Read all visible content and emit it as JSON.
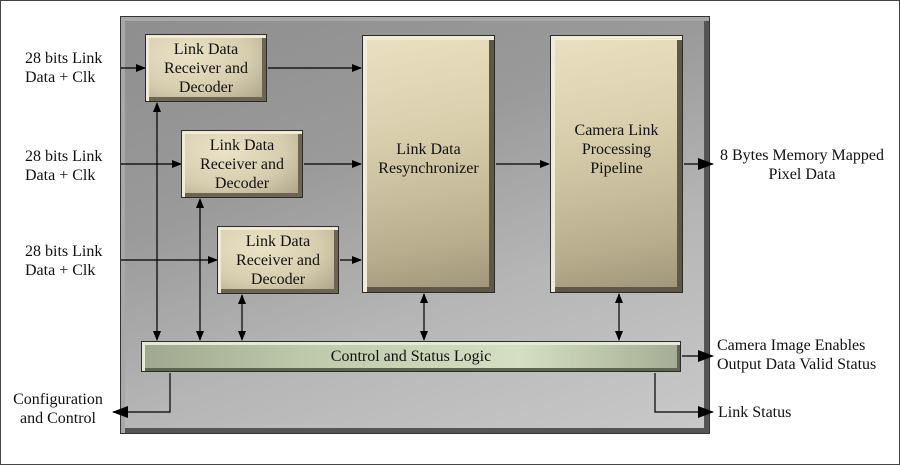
{
  "diagram": {
    "inputs": [
      {
        "label_line1": "28 bits Link",
        "label_line2": "Data + Clk"
      },
      {
        "label_line1": "28 bits Link",
        "label_line2": "Data + Clk"
      },
      {
        "label_line1": "28 bits Link",
        "label_line2": "Data + Clk"
      }
    ],
    "receivers": [
      {
        "line1": "Link Data",
        "line2": "Receiver and",
        "line3": "Decoder"
      },
      {
        "line1": "Link Data",
        "line2": "Receiver and",
        "line3": "Decoder"
      },
      {
        "line1": "Link Data",
        "line2": "Receiver and",
        "line3": "Decoder"
      }
    ],
    "resynchronizer": {
      "line1": "Link Data",
      "line2": "Resynchronizer"
    },
    "pipeline": {
      "line1": "Camera Link",
      "line2": "Processing",
      "line3": "Pipeline"
    },
    "control": {
      "label": "Control and Status Logic"
    },
    "outputs": {
      "pixel_data": {
        "line1": "8 Bytes Memory Mapped",
        "line2": "Pixel Data"
      },
      "camera_enables": {
        "line1": "Camera Image Enables",
        "line2": "Output Data Valid Status"
      },
      "link_status": {
        "label": "Link Status"
      },
      "config": {
        "line1": "Configuration",
        "line2": "and Control"
      }
    },
    "colors": {
      "block_fill": "#d8cdab",
      "control_fill": "#c4ceb0",
      "panel_fill": "#a6a6a6",
      "line": "#000000"
    }
  }
}
